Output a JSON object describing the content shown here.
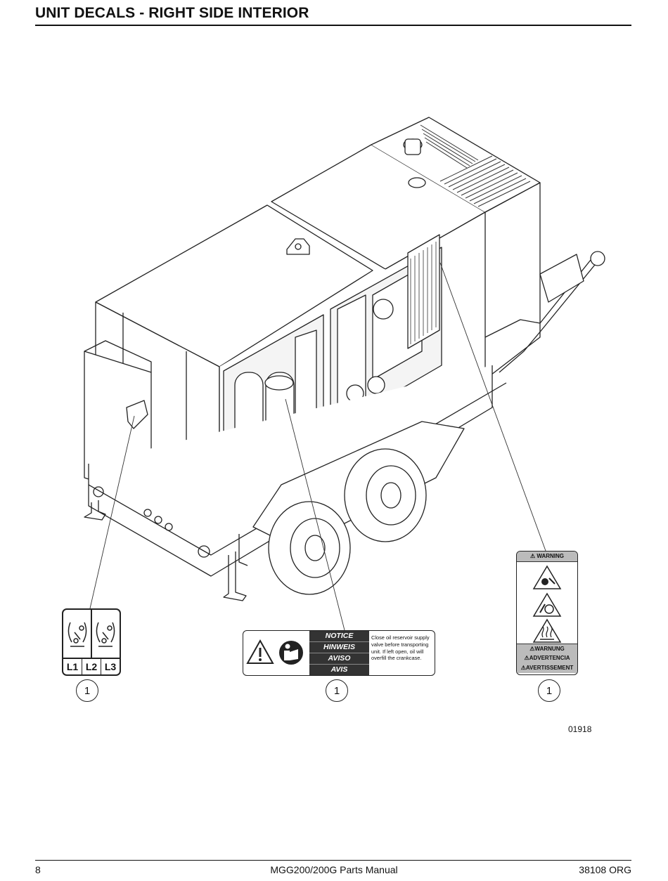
{
  "header": {
    "title": "UNIT DECALS - RIGHT SIDE INTERIOR"
  },
  "figure": {
    "figure_number": "01918",
    "callouts": [
      "1",
      "1",
      "1"
    ],
    "decal_phase": {
      "labels": [
        "L1",
        "L2",
        "L3"
      ]
    },
    "decal_notice": {
      "signal_words": [
        "NOTICE",
        "HINWEIS",
        "AVISO",
        "AVIS"
      ],
      "message": "Close oil reservoir supply valve before transporting unit. If left open, oil will overfill the crankcase."
    },
    "decal_warning": {
      "header": "WARNING",
      "footer_words": [
        "WARNUNG",
        "ADVERTENCIA",
        "AVERTISSEMENT"
      ],
      "pictograms": [
        "entanglement-icon",
        "rotating-fan-icon",
        "hot-surface-icon"
      ]
    }
  },
  "footer": {
    "page_number": "8",
    "manual_title": "MGG200/200G Parts Manual",
    "doc_code": "38108 ORG"
  }
}
